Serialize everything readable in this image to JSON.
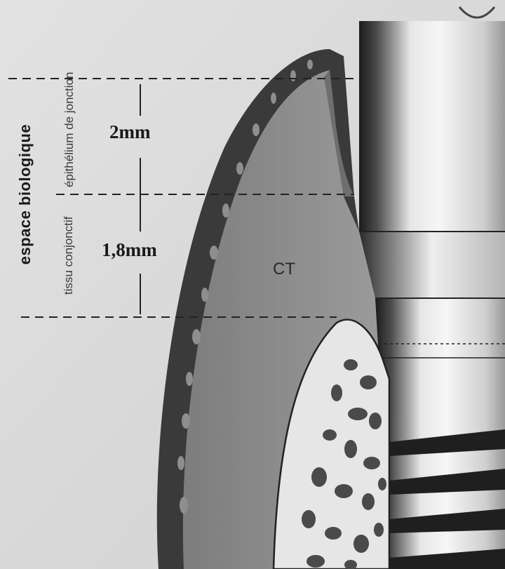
{
  "diagram": {
    "title": "espace biologique",
    "zones": {
      "epithelium": "épithélium de jonction",
      "connective": "tissu conjonctif"
    },
    "dimensions": {
      "epithelium_height": "2mm",
      "connective_height": "1,8mm"
    },
    "ct_label": "CT"
  },
  "colors": {
    "background": "#d8d8d8",
    "gingiva_outer": "#3a3a3a",
    "connective_tissue": "#8e8e8e",
    "bone": "#e6e6e6",
    "trabecular_pores": "#4a4a4a",
    "implant_light": "#f0f0f0",
    "implant_dark": "#2a2a2a",
    "lines": "#222222"
  }
}
